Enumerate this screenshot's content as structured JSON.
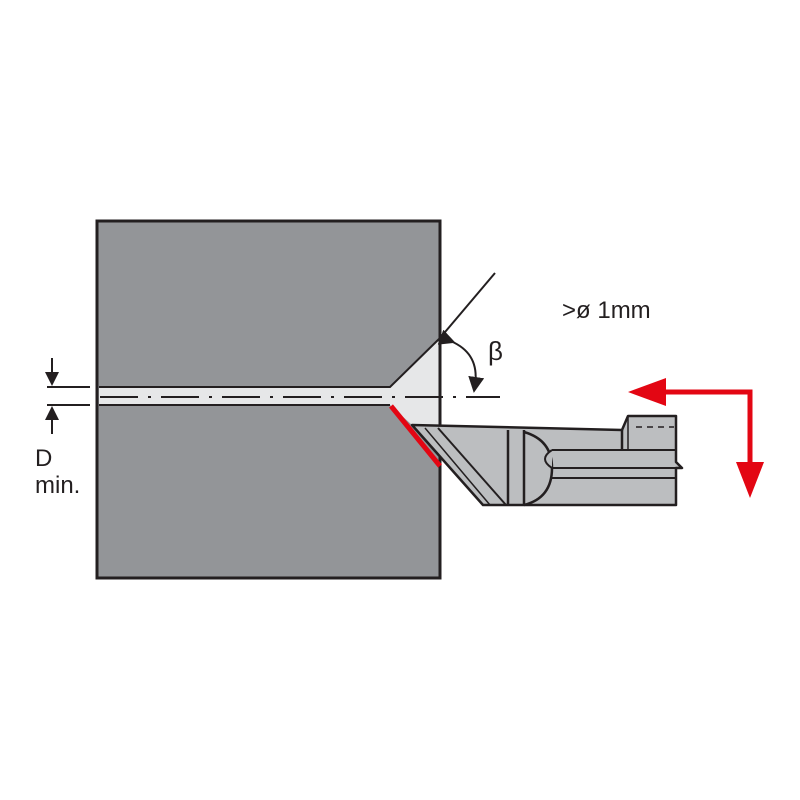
{
  "labels": {
    "min_diameter": ">ø 1mm",
    "angle": "β",
    "dimension_symbol": "D",
    "dimension_qualifier": "min."
  },
  "colors": {
    "workpiece": "#939598",
    "bore": "#e6e7e8",
    "tool": "#bcbec0",
    "outline": "#231f20",
    "accent": "#e30613"
  }
}
